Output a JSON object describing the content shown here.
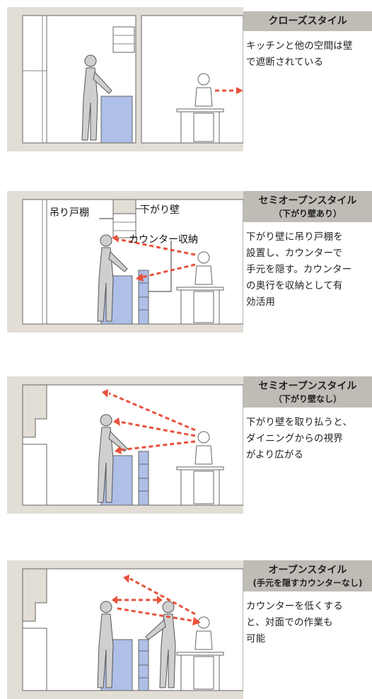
{
  "sections": [
    {
      "title": "クローズスタイル",
      "subtitle": "",
      "description": "キッチンと他の空間は壁\nで遮断されている"
    },
    {
      "title": "セミオープンスタイル",
      "subtitle": "（下がり壁あり）",
      "description": "下がり壁に吊り戸棚を\n設置し、カウンターで\n手元を隠す。カウンター\nの奥行を収納として有\n効活用"
    },
    {
      "title": "セミオープンスタイル",
      "subtitle": "（下がり壁なし）",
      "description": "下がり壁を取り払うと、\nダイニングからの視界\nがより広がる"
    },
    {
      "title": "オープンスタイル",
      "subtitle": "(手元を隠すカウンターなし)",
      "description": "カウンターを低くする\nと、対面での作業も\n可能"
    }
  ],
  "labels": {
    "hanging_cabinet": "吊り戸棚",
    "dropped_wall": "下がり壁",
    "counter_storage": "カウンター収納"
  },
  "colors": {
    "wall": "#e2ded6",
    "cabinet": "#ffffff",
    "sink": "#aebfe8",
    "person": "#cfcfcf",
    "arrow": "#e8523c",
    "header_bg": "#bfbcb6"
  }
}
